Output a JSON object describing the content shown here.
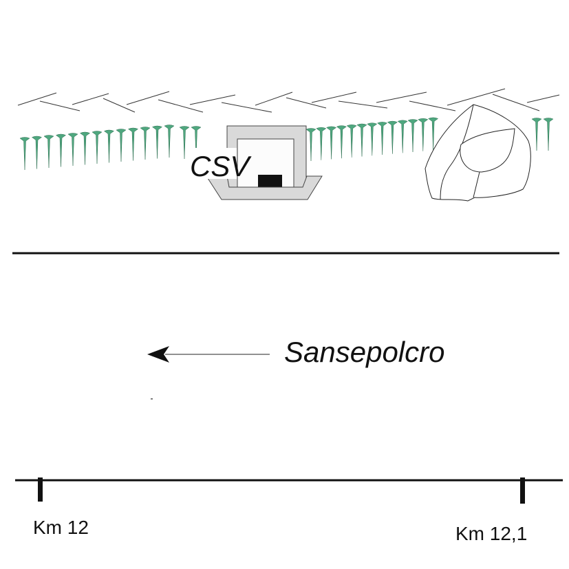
{
  "labels": {
    "building": "CSV",
    "direction": "Sansepolcro",
    "km_start": "Km 12",
    "km_end": "Km 12,1"
  },
  "colors": {
    "tree": "#4fa77f",
    "building": "#d9d9d9",
    "line": "#111111"
  }
}
